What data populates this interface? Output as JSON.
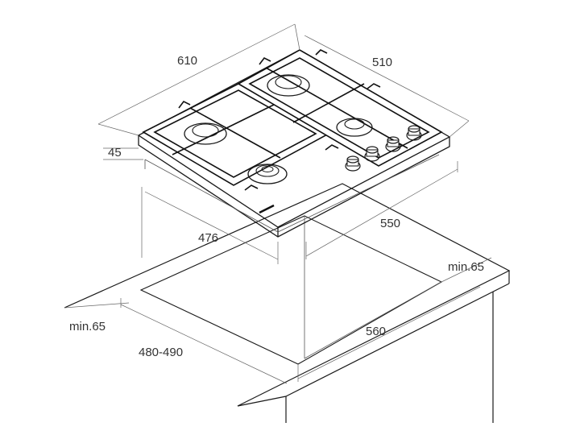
{
  "dimensions": {
    "hob_width": "610",
    "hob_depth": "510",
    "hob_height": "45",
    "cutout_depth": "476",
    "cutout_width": "550",
    "front_clearance": "min.65",
    "rear_clearance": "min.65",
    "worktop_width": "560",
    "worktop_depth": "480-490"
  },
  "colors": {
    "line": "#1a1a1a",
    "dimension_line": "#666666",
    "label": "#333333",
    "background": "#ffffff"
  }
}
